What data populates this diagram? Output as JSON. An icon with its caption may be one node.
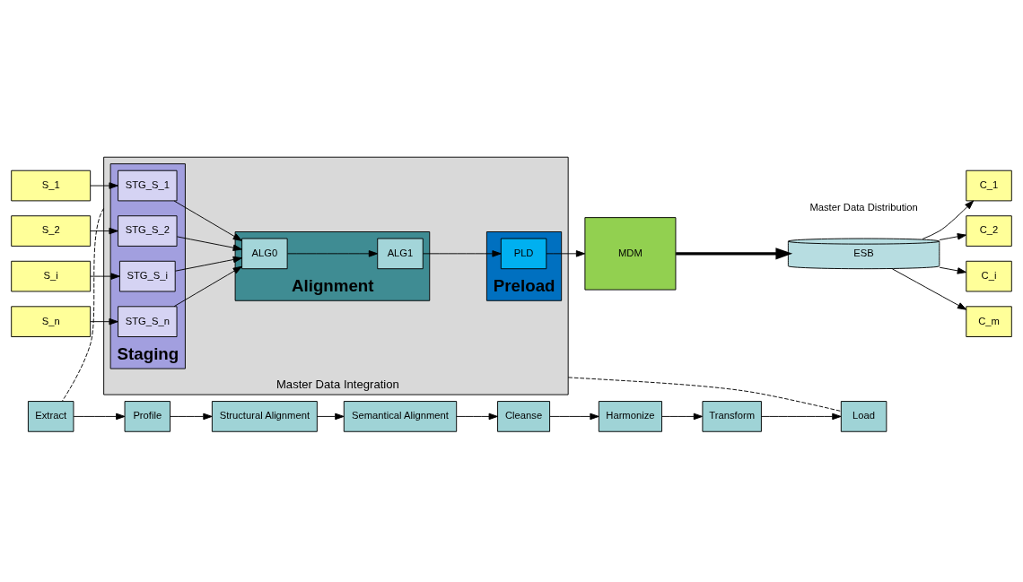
{
  "diagram": {
    "nodes": [
      {
        "text": [
          "C_1"
        ]
      },
      {
        "text": [
          "C_2"
        ]
      },
      {
        "text": [
          "C_i"
        ]
      },
      {
        "text": [
          "C_m"
        ]
      },
      {
        "text": [
          "ESB"
        ]
      },
      {
        "text": [
          "Master Data Integration"
        ]
      },
      {
        "text": [
          "Staging"
        ],
        "in": 5
      },
      {
        "text": [
          "STG_S_1"
        ],
        "in": 6
      },
      {
        "text": [
          "STG_S_2"
        ],
        "in": 6
      },
      {
        "text": [
          "STG_S_i"
        ],
        "in": 6
      },
      {
        "text": [
          "STG_S_n"
        ],
        "in": 6
      },
      {
        "text": [
          "Alignment"
        ],
        "in": 5
      },
      {
        "text": [
          "ALG0"
        ],
        "in": 11
      },
      {
        "text": [
          "ALG1"
        ],
        "in": 11
      },
      {
        "text": [
          "Preload"
        ],
        "in": 5
      },
      {
        "text": [
          "PLD"
        ],
        "in": 14
      },
      {
        "text": [
          "MDM"
        ]
      },
      {
        "text": [
          "S_1"
        ]
      },
      {
        "text": [
          "S_2"
        ]
      },
      {
        "text": [
          "S_i"
        ]
      },
      {
        "text": [
          "S_n"
        ]
      },
      {
        "text": [
          "Extract"
        ]
      },
      {
        "text": [
          "Profile"
        ]
      },
      {
        "text": [
          "Structural Alignment"
        ]
      },
      {
        "text": [
          "Semantical Alignment"
        ]
      },
      {
        "text": [
          "Cleanse"
        ]
      },
      {
        "text": [
          "Harmonize"
        ]
      },
      {
        "text": [
          "Transform"
        ]
      },
      {
        "text": [
          "Load"
        ]
      }
    ],
    "edges": [
      {
        "from": 4,
        "to": 0,
        "arrow": "to"
      },
      {
        "from": 4,
        "to": 1,
        "arrow": "to"
      },
      {
        "from": 4,
        "to": 2,
        "arrow": "to"
      },
      {
        "from": 4,
        "to": 3,
        "arrow": "to"
      },
      {
        "from": 17,
        "to": 7,
        "arrow": "to"
      },
      {
        "from": 18,
        "to": 8,
        "arrow": "to"
      },
      {
        "from": 19,
        "to": 9,
        "arrow": "to"
      },
      {
        "from": 20,
        "to": 10,
        "arrow": "to"
      },
      {
        "from": 7,
        "to": 12,
        "arrow": "to"
      },
      {
        "from": 8,
        "to": 12,
        "arrow": "to"
      },
      {
        "from": 9,
        "to": 12,
        "arrow": "to"
      },
      {
        "from": 10,
        "to": 12,
        "arrow": "to"
      },
      {
        "from": 12,
        "to": 13,
        "arrow": "to"
      },
      {
        "from": 13,
        "to": 15,
        "arrow": "to"
      },
      {
        "from": 15,
        "to": 16,
        "arrow": "to"
      },
      {
        "from": 16,
        "to": 4,
        "arrow": "to",
        "style": "thick"
      },
      {
        "from": 5,
        "to": 21,
        "arrow": "none",
        "style": "dashed"
      },
      {
        "from": 5,
        "to": 28,
        "arrow": "none",
        "style": "dashed"
      },
      {
        "from": 21,
        "to": 22,
        "arrow": "to"
      },
      {
        "from": 22,
        "to": 23,
        "arrow": "to"
      },
      {
        "from": 23,
        "to": 24,
        "arrow": "to"
      },
      {
        "from": 24,
        "to": 25,
        "arrow": "to"
      },
      {
        "from": 25,
        "to": 26,
        "arrow": "to"
      },
      {
        "from": 26,
        "to": 27,
        "arrow": "to"
      },
      {
        "from": 27,
        "to": 28,
        "arrow": "to"
      }
    ],
    "labels": [
      "Master Data Distribution"
    ]
  }
}
